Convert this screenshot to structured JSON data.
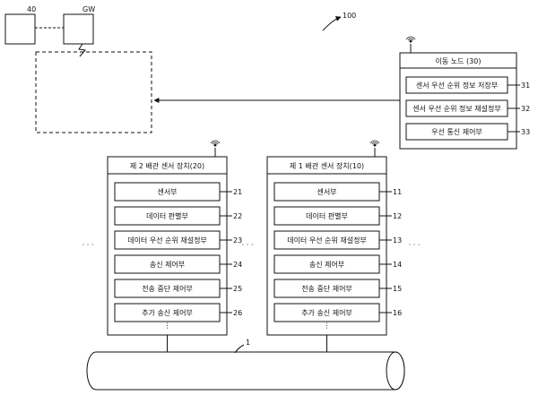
{
  "figure_ref": "100",
  "pipe_ref": "1",
  "top_left": {
    "box_40": "40",
    "gw": "GW"
  },
  "mobile_node": {
    "title": "이동 노드 (30)",
    "items": [
      {
        "label": "센서 우선 순위 정보 저장부",
        "ref": "31"
      },
      {
        "label": "센서 우선 순위 정보 재설정부",
        "ref": "32"
      },
      {
        "label": "우선 통신 제어부",
        "ref": "33"
      }
    ]
  },
  "device_2": {
    "title": "제 2 배관 센서 장치(20)",
    "items": [
      {
        "label": "센서부",
        "ref": "21"
      },
      {
        "label": "데이터 판별부",
        "ref": "22"
      },
      {
        "label": "데이터 우선 순위 재설정부",
        "ref": "23"
      },
      {
        "label": "송신 제어부",
        "ref": "24"
      },
      {
        "label": "전송 중단 제어부",
        "ref": "25"
      },
      {
        "label": "추가 송신 제어부",
        "ref": "26"
      }
    ]
  },
  "device_1": {
    "title": "제 1 배관 센서 장치(10)",
    "items": [
      {
        "label": "센서부",
        "ref": "11"
      },
      {
        "label": "데이터 판별부",
        "ref": "12"
      },
      {
        "label": "데이터 우선 순위 재설정부",
        "ref": "13"
      },
      {
        "label": "송신 제어부",
        "ref": "14"
      },
      {
        "label": "전송 중단 제어부",
        "ref": "15"
      },
      {
        "label": "추가 송신 제어부",
        "ref": "16"
      }
    ]
  },
  "ellipsis_h": "· · ·",
  "ellipsis_v": "⋮"
}
